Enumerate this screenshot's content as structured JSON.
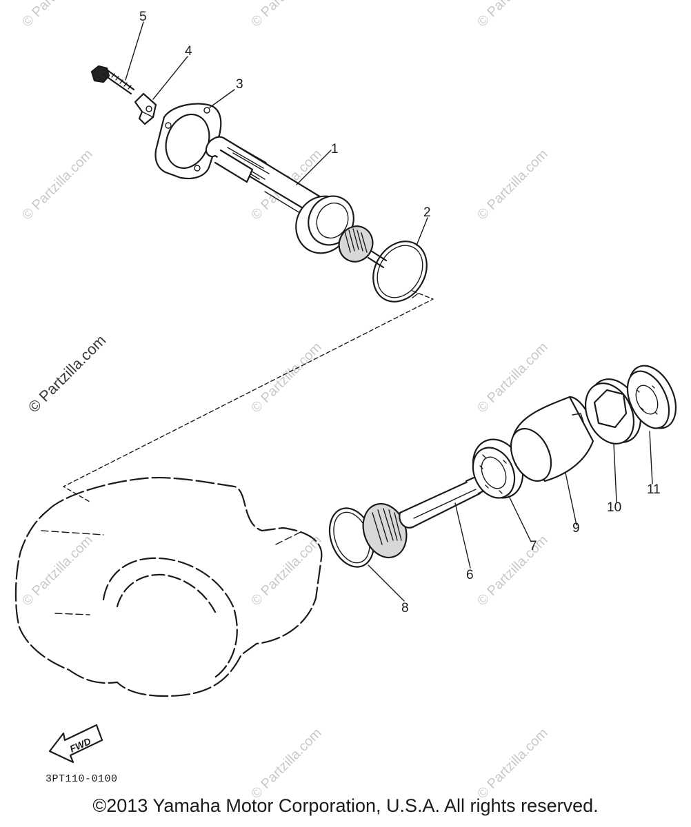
{
  "diagram": {
    "callouts": [
      "1",
      "2",
      "3",
      "4",
      "5",
      "6",
      "7",
      "8",
      "9",
      "10",
      "11"
    ],
    "fwd_label": "FWD",
    "reference_code": "3PT110-0100",
    "watermark": "© Partzilla.com",
    "copyright": "©2013 Yamaha Motor Corporation, U.S.A. All rights reserved."
  }
}
